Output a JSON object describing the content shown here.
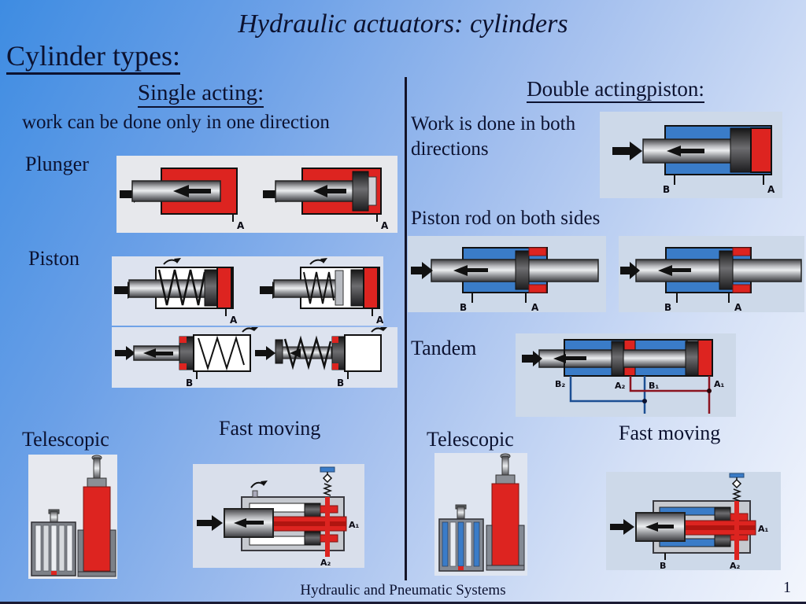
{
  "slide": {
    "title": "Hydraulic actuators: cylinders",
    "heading": "Cylinder types:",
    "footer_text": "Hydraulic and Pneumatic Systems",
    "page_number": "1"
  },
  "left": {
    "heading": "Single acting:",
    "subheading": "work can be done only in one direction",
    "plunger_label": "Plunger",
    "piston_label": "Piston",
    "telescopic_label": "Telescopic",
    "fast_moving_label": "Fast moving"
  },
  "right": {
    "heading": "Double actingpiston:",
    "work_text": "Work is done in both directions",
    "rod_text": "Piston rod on both sides",
    "tandem_label": "Tandem",
    "telescopic_label": "Telescopic",
    "fast_moving_label": "Fast moving"
  },
  "ports": {
    "a": "A",
    "b": "B",
    "a1": "A₁",
    "a2": "A₂",
    "b1": "B₁",
    "b2": "B₂"
  },
  "colors": {
    "red": "#dd2420",
    "blue": "#3a7cc8",
    "text": "#0c1230",
    "pipe_blue": "#1c4f93",
    "pipe_red": "#8c1420",
    "panel_left": "#e3e6ee",
    "panel_right": "#cdd9e9"
  }
}
